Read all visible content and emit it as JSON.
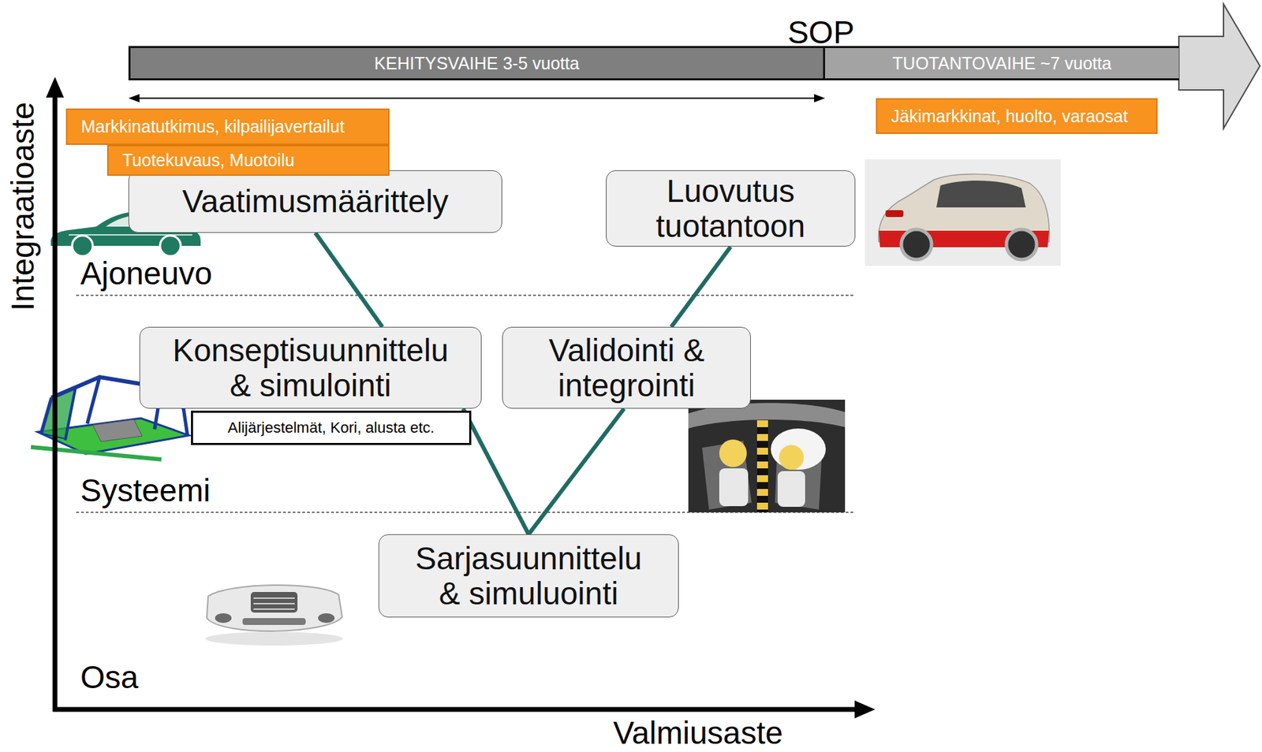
{
  "diagram": {
    "nodes": [
      {
        "text": [
          "KEHITYSVAIHE 3-5 vuotta"
        ]
      },
      {
        "text": [
          "TUOTANTOVAIHE ~7 vuotta"
        ]
      },
      {
        "text": [
          "Markkinatutkimus, kilpailijavertailut"
        ]
      },
      {
        "text": [
          "Jäkimarkkinat, huolto, varaosat"
        ]
      },
      {
        "text": [
          "Tuotekuvaus, Muotoilu"
        ]
      },
      {
        "text": [
          "Vaatimusmäärittely"
        ]
      },
      {
        "text": [
          "Luovutus tuotantoon"
        ]
      },
      {
        "text": [
          "Konseptisuunnittelu & simulointi"
        ]
      },
      {
        "text": [
          "Validointi & integrointi"
        ]
      },
      {
        "text": [
          "Alijärjestelmät, Kori, alusta etc."
        ]
      },
      {
        "text": [
          "Sarjasuunnittelu & simuluointi"
        ]
      }
    ],
    "edges": [
      {
        "from": 5,
        "to": 7,
        "arrow": "none"
      },
      {
        "from": 7,
        "to": 10,
        "arrow": "none"
      },
      {
        "from": 10,
        "to": 8,
        "arrow": "none"
      },
      {
        "from": 8,
        "to": 6,
        "arrow": "none"
      }
    ],
    "labels": [
      "SOP",
      "Integraatioaste",
      "Ajoneuvo",
      "Systeemi",
      "Osa",
      "Valmiusaste"
    ]
  }
}
